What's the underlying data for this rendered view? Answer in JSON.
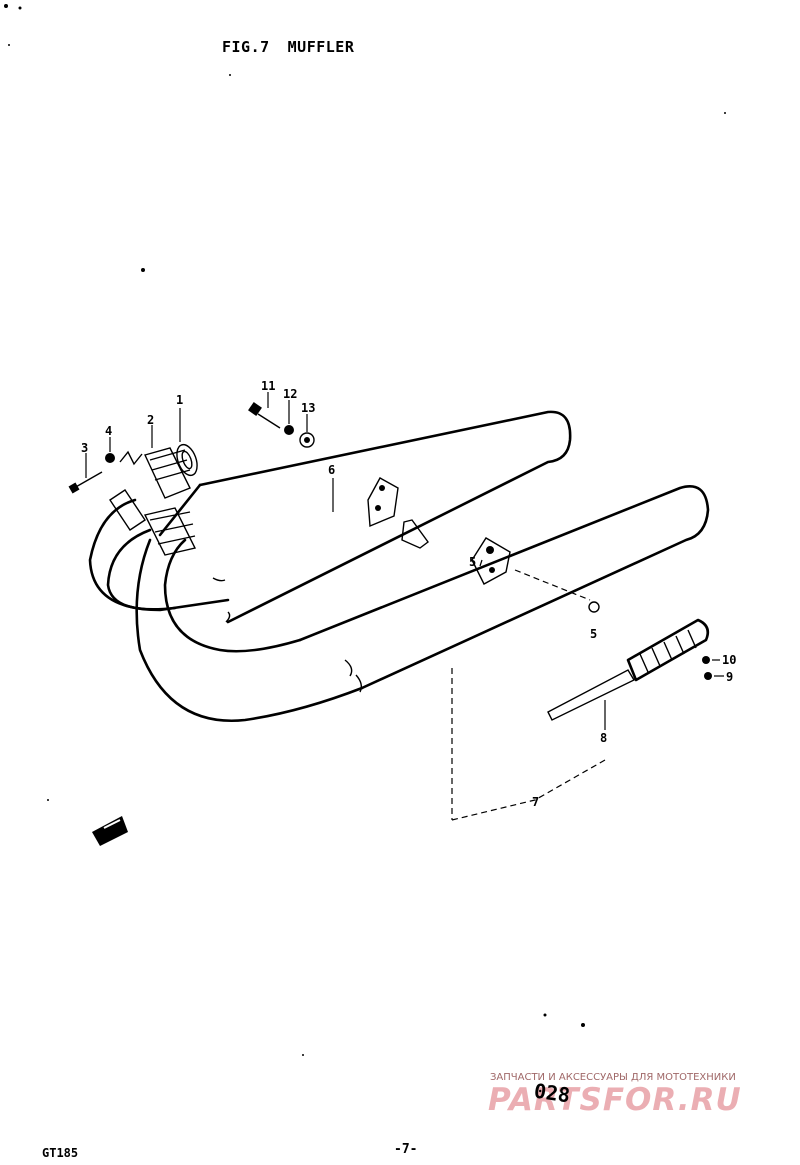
{
  "header": {
    "fig": "FIG.7",
    "title": "MUFFLER"
  },
  "footer": {
    "model": "GT185",
    "page": "-7-",
    "sheet_code": "028"
  },
  "watermark": {
    "line": "ЗАПЧАСТИ И АКСЕССУАРЫ ДЛЯ МОТОТЕХНИКИ",
    "logo": "PARTSFOR.RU"
  },
  "callouts": {
    "c1": "1",
    "c2": "2",
    "c3": "3",
    "c4": "4",
    "c5a": "5",
    "c5b": "5",
    "c6": "6",
    "c7": "7",
    "c8": "8",
    "c9": "9",
    "c10": "10",
    "c11": "11",
    "c12": "12",
    "c13": "13"
  }
}
